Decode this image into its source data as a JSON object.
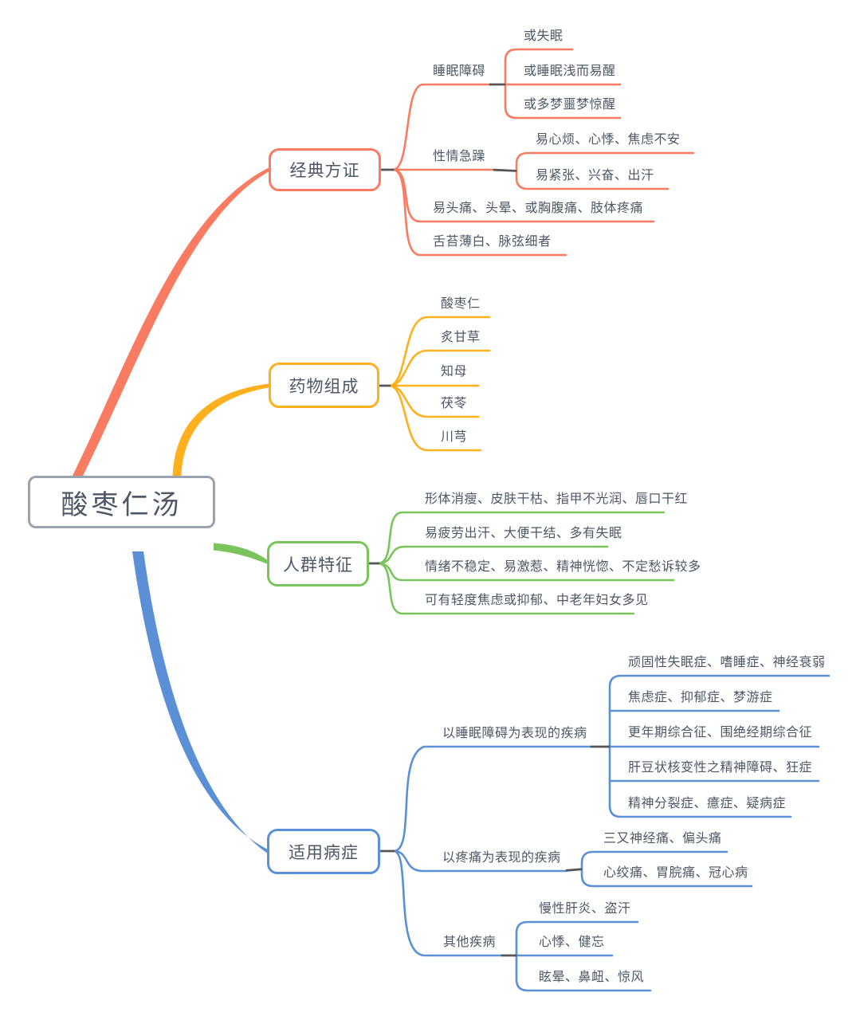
{
  "root": {
    "label": "酸枣仁汤"
  },
  "colors": {
    "classic_branch": "#f97b61",
    "composition_branch": "#ffb01e",
    "population_branch": "#7ac45c",
    "disease_branch": "#5c90d6",
    "root_border": "#99a2af",
    "text": "#4d5765",
    "connector_stub": "#555555"
  },
  "branches": [
    {
      "label": "经典方证",
      "color": "#f97b61",
      "children": [
        {
          "label": "睡眠障碍",
          "children": [
            {
              "label": "或失眠"
            },
            {
              "label": "或睡眠浅而易醒"
            },
            {
              "label": "或多梦噩梦惊醒"
            }
          ]
        },
        {
          "label": "性情急躁",
          "children": [
            {
              "label": "易心烦、心悸、焦虑不安"
            },
            {
              "label": "易紧张、兴奋、出汗"
            }
          ]
        },
        {
          "label": "易头痛、头晕、或胸腹痛、肢体疼痛"
        },
        {
          "label": "舌苔薄白、脉弦细者"
        }
      ]
    },
    {
      "label": "药物组成",
      "color": "#ffb01e",
      "children": [
        {
          "label": "酸枣仁"
        },
        {
          "label": "炙甘草"
        },
        {
          "label": "知母"
        },
        {
          "label": "茯苓"
        },
        {
          "label": "川芎"
        }
      ]
    },
    {
      "label": "人群特征",
      "color": "#7ac45c",
      "children": [
        {
          "label": "形体消瘦、皮肤干枯、指甲不光润、唇口干红"
        },
        {
          "label": "易疲劳出汗、大便干结、多有失眠"
        },
        {
          "label": "情绪不稳定、易激惹、精神恍惚、不定愁诉较多"
        },
        {
          "label": "可有轻度焦虑或抑郁、中老年妇女多见"
        }
      ]
    },
    {
      "label": "适用病症",
      "color": "#5c90d6",
      "children": [
        {
          "label": "以睡眠障碍为表现的疾病",
          "children": [
            {
              "label": "顽固性失眠症、嗜睡症、神经衰弱"
            },
            {
              "label": "焦虑症、抑郁症、梦游症"
            },
            {
              "label": "更年期综合征、围绝经期综合征"
            },
            {
              "label": "肝豆状核变性之精神障碍、狂症"
            },
            {
              "label": "精神分裂症、癔症、疑病症"
            }
          ]
        },
        {
          "label": "以疼痛为表现的疾病",
          "children": [
            {
              "label": "三又神经痛、偏头痛"
            },
            {
              "label": "心绞痛、胃脘痛、冠心病"
            }
          ]
        },
        {
          "label": "其他疾病",
          "children": [
            {
              "label": "慢性肝炎、盗汗"
            },
            {
              "label": "心悸、健忘"
            },
            {
              "label": "眩晕、鼻衄、惊风"
            }
          ]
        }
      ]
    }
  ]
}
